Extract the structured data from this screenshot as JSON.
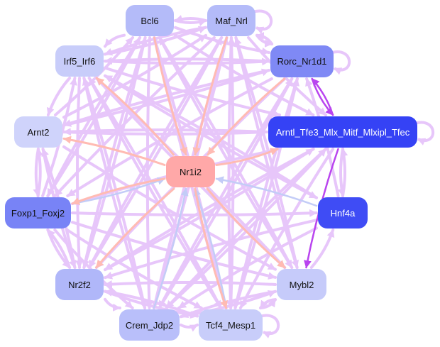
{
  "title": "Gene regulatory network",
  "colors": {
    "bg": "#ffffff",
    "edge_lavender": "#e7c6fa",
    "edge_salmon": "#ffbbb3",
    "edge_blue": "#c3ccf7",
    "edge_purple": "#b945ef"
  },
  "nodes": [
    {
      "id": "bcl6",
      "label": "Bcl6",
      "fill": "#b4bbf9",
      "text": "#111111"
    },
    {
      "id": "maf",
      "label": "Maf_Nrl",
      "fill": "#b4bbf9",
      "text": "#111111"
    },
    {
      "id": "irf5",
      "label": "Irf5_Irf6",
      "fill": "#c8cdfa",
      "text": "#111111"
    },
    {
      "id": "rorc",
      "label": "Rorc_Nr1d1",
      "fill": "#7f89f5",
      "text": "#111111"
    },
    {
      "id": "arnt2",
      "label": "Arnt2",
      "fill": "#cfd3fb",
      "text": "#111111"
    },
    {
      "id": "arntl",
      "label": "Arntl_Tfe3_Mlx_Mitf_Mlxipl_Tfec",
      "fill": "#3542f5",
      "text": "#ffffff"
    },
    {
      "id": "nr1i2",
      "label": "Nr1i2",
      "fill": "#ffa8a8",
      "text": "#111111"
    },
    {
      "id": "foxp1",
      "label": "Foxp1_Foxj2",
      "fill": "#7883f6",
      "text": "#111111"
    },
    {
      "id": "hnf4a",
      "label": "Hnf4a",
      "fill": "#3f4cf5",
      "text": "#ffffff"
    },
    {
      "id": "nr2f2",
      "label": "Nr2f2",
      "fill": "#b0b7f9",
      "text": "#111111"
    },
    {
      "id": "mybl2",
      "label": "Mybl2",
      "fill": "#c6cbfa",
      "text": "#111111"
    },
    {
      "id": "crem",
      "label": "Crem_Jdp2",
      "fill": "#b9bffa",
      "text": "#111111"
    },
    {
      "id": "tcf4",
      "label": "Tcf4_Mesp1",
      "fill": "#c8cdfa",
      "text": "#111111"
    }
  ],
  "edges": [
    {
      "from": "maf",
      "to": "nr1i2",
      "color": "salmon"
    },
    {
      "from": "bcl6",
      "to": "nr1i2",
      "color": "salmon"
    },
    {
      "from": "rorc",
      "to": "nr1i2",
      "color": "salmon"
    },
    {
      "from": "nr1i2",
      "to": "irf5",
      "color": "salmon"
    },
    {
      "from": "nr1i2",
      "to": "arnt2",
      "color": "salmon"
    },
    {
      "from": "nr1i2",
      "to": "arntl",
      "color": "salmon"
    },
    {
      "from": "nr1i2",
      "to": "foxp1",
      "color": "salmon"
    },
    {
      "from": "nr1i2",
      "to": "nr2f2",
      "color": "salmon"
    },
    {
      "from": "nr1i2",
      "to": "mybl2",
      "color": "salmon"
    },
    {
      "from": "nr1i2",
      "to": "tcf4",
      "color": "salmon"
    },
    {
      "from": "hnf4a",
      "to": "nr1i2",
      "color": "blue"
    },
    {
      "from": "crem",
      "to": "nr1i2",
      "color": "blue"
    },
    {
      "from": "tcf4",
      "to": "nr1i2",
      "color": "blue"
    },
    {
      "from": "foxp1",
      "to": "nr1i2",
      "color": "blue"
    },
    {
      "from": "arntl",
      "to": "rorc",
      "color": "purple"
    },
    {
      "from": "rorc",
      "to": "arntl",
      "color": "purple"
    },
    {
      "from": "arntl",
      "to": "mybl2",
      "color": "purple"
    },
    {
      "from": "bcl6",
      "to": "maf",
      "color": "lavender"
    },
    {
      "from": "maf",
      "to": "bcl6",
      "color": "lavender"
    },
    {
      "from": "bcl6",
      "to": "irf5",
      "color": "lavender"
    },
    {
      "from": "irf5",
      "to": "maf",
      "color": "lavender"
    },
    {
      "from": "maf",
      "to": "rorc",
      "color": "lavender"
    },
    {
      "from": "rorc",
      "to": "maf",
      "color": "lavender"
    },
    {
      "from": "irf5",
      "to": "rorc",
      "color": "lavender"
    },
    {
      "from": "rorc",
      "to": "irf5",
      "color": "lavender"
    },
    {
      "from": "bcl6",
      "to": "rorc",
      "color": "lavender"
    },
    {
      "from": "irf5",
      "to": "arnt2",
      "color": "lavender"
    },
    {
      "from": "arnt2",
      "to": "foxp1",
      "color": "lavender"
    },
    {
      "from": "foxp1",
      "to": "arnt2",
      "color": "lavender"
    },
    {
      "from": "foxp1",
      "to": "nr2f2",
      "color": "lavender"
    },
    {
      "from": "nr2f2",
      "to": "foxp1",
      "color": "lavender"
    },
    {
      "from": "nr2f2",
      "to": "crem",
      "color": "lavender"
    },
    {
      "from": "crem",
      "to": "tcf4",
      "color": "lavender"
    },
    {
      "from": "tcf4",
      "to": "mybl2",
      "color": "lavender"
    },
    {
      "from": "mybl2",
      "to": "tcf4",
      "color": "lavender"
    },
    {
      "from": "mybl2",
      "to": "hnf4a",
      "color": "lavender"
    },
    {
      "from": "hnf4a",
      "to": "arntl",
      "color": "lavender"
    },
    {
      "from": "arntl",
      "to": "hnf4a",
      "color": "lavender"
    },
    {
      "from": "arnt2",
      "to": "arntl",
      "color": "lavender"
    },
    {
      "from": "irf5",
      "to": "arntl",
      "color": "lavender"
    },
    {
      "from": "bcl6",
      "to": "arntl",
      "color": "lavender"
    },
    {
      "from": "maf",
      "to": "arntl",
      "color": "lavender"
    },
    {
      "from": "maf",
      "to": "irf5",
      "color": "lavender"
    },
    {
      "from": "irf5",
      "to": "mybl2",
      "color": "lavender"
    },
    {
      "from": "irf5",
      "to": "tcf4",
      "color": "lavender"
    },
    {
      "from": "irf5",
      "to": "crem",
      "color": "lavender"
    },
    {
      "from": "irf5",
      "to": "nr2f2",
      "color": "lavender"
    },
    {
      "from": "irf5",
      "to": "hnf4a",
      "color": "lavender"
    },
    {
      "from": "bcl6",
      "to": "crem",
      "color": "lavender"
    },
    {
      "from": "bcl6",
      "to": "tcf4",
      "color": "lavender"
    },
    {
      "from": "bcl6",
      "to": "mybl2",
      "color": "lavender"
    },
    {
      "from": "bcl6",
      "to": "nr2f2",
      "color": "lavender"
    },
    {
      "from": "bcl6",
      "to": "foxp1",
      "color": "lavender"
    },
    {
      "from": "maf",
      "to": "crem",
      "color": "lavender"
    },
    {
      "from": "maf",
      "to": "tcf4",
      "color": "lavender"
    },
    {
      "from": "maf",
      "to": "nr2f2",
      "color": "lavender"
    },
    {
      "from": "maf",
      "to": "mybl2",
      "color": "lavender"
    },
    {
      "from": "maf",
      "to": "foxp1",
      "color": "lavender"
    },
    {
      "from": "rorc",
      "to": "crem",
      "color": "lavender"
    },
    {
      "from": "rorc",
      "to": "tcf4",
      "color": "lavender"
    },
    {
      "from": "rorc",
      "to": "nr2f2",
      "color": "lavender"
    },
    {
      "from": "rorc",
      "to": "foxp1",
      "color": "lavender"
    },
    {
      "from": "rorc",
      "to": "arnt2",
      "color": "lavender"
    },
    {
      "from": "arntl",
      "to": "foxp1",
      "color": "lavender"
    },
    {
      "from": "arntl",
      "to": "nr2f2",
      "color": "lavender"
    },
    {
      "from": "arntl",
      "to": "crem",
      "color": "lavender"
    },
    {
      "from": "arntl",
      "to": "tcf4",
      "color": "lavender"
    },
    {
      "from": "arntl",
      "to": "arnt2",
      "color": "lavender"
    },
    {
      "from": "foxp1",
      "to": "hnf4a",
      "color": "lavender"
    },
    {
      "from": "foxp1",
      "to": "mybl2",
      "color": "lavender"
    },
    {
      "from": "foxp1",
      "to": "crem",
      "color": "lavender"
    },
    {
      "from": "foxp1",
      "to": "tcf4",
      "color": "lavender"
    },
    {
      "from": "foxp1",
      "to": "irf5",
      "color": "lavender"
    },
    {
      "from": "foxp1",
      "to": "bcl6",
      "color": "lavender"
    },
    {
      "from": "arnt2",
      "to": "maf",
      "color": "lavender"
    },
    {
      "from": "arnt2",
      "to": "rorc",
      "color": "lavender"
    },
    {
      "from": "arnt2",
      "to": "bcl6",
      "color": "lavender"
    },
    {
      "from": "arnt2",
      "to": "mybl2",
      "color": "lavender"
    },
    {
      "from": "arnt2",
      "to": "nr2f2",
      "color": "lavender"
    },
    {
      "from": "hnf4a",
      "to": "crem",
      "color": "lavender"
    },
    {
      "from": "hnf4a",
      "to": "nr2f2",
      "color": "lavender"
    },
    {
      "from": "hnf4a",
      "to": "irf5",
      "color": "lavender"
    },
    {
      "from": "hnf4a",
      "to": "rorc",
      "color": "lavender"
    },
    {
      "from": "mybl2",
      "to": "crem",
      "color": "lavender"
    },
    {
      "from": "mybl2",
      "to": "nr2f2",
      "color": "lavender"
    },
    {
      "from": "mybl2",
      "to": "bcl6",
      "color": "lavender"
    },
    {
      "from": "mybl2",
      "to": "maf",
      "color": "lavender"
    },
    {
      "from": "mybl2",
      "to": "irf5",
      "color": "lavender"
    },
    {
      "from": "tcf4",
      "to": "irf5",
      "color": "lavender"
    },
    {
      "from": "tcf4",
      "to": "bcl6",
      "color": "lavender"
    },
    {
      "from": "tcf4",
      "to": "maf",
      "color": "lavender"
    },
    {
      "from": "tcf4",
      "to": "rorc",
      "color": "lavender"
    },
    {
      "from": "tcf4",
      "to": "nr2f2",
      "color": "lavender"
    },
    {
      "from": "crem",
      "to": "maf",
      "color": "lavender"
    },
    {
      "from": "crem",
      "to": "rorc",
      "color": "lavender"
    },
    {
      "from": "crem",
      "to": "irf5",
      "color": "lavender"
    },
    {
      "from": "crem",
      "to": "mybl2",
      "color": "lavender"
    },
    {
      "from": "crem",
      "to": "arntl",
      "color": "lavender"
    },
    {
      "from": "nr2f2",
      "to": "bcl6",
      "color": "lavender"
    },
    {
      "from": "nr2f2",
      "to": "maf",
      "color": "lavender"
    },
    {
      "from": "nr2f2",
      "to": "arntl",
      "color": "lavender"
    },
    {
      "from": "nr2f2",
      "to": "arnt2",
      "color": "lavender"
    },
    {
      "from": "nr2f2",
      "to": "tcf4",
      "color": "lavender"
    }
  ],
  "self_loops": [
    "maf",
    "rorc",
    "arntl",
    "tcf4"
  ]
}
